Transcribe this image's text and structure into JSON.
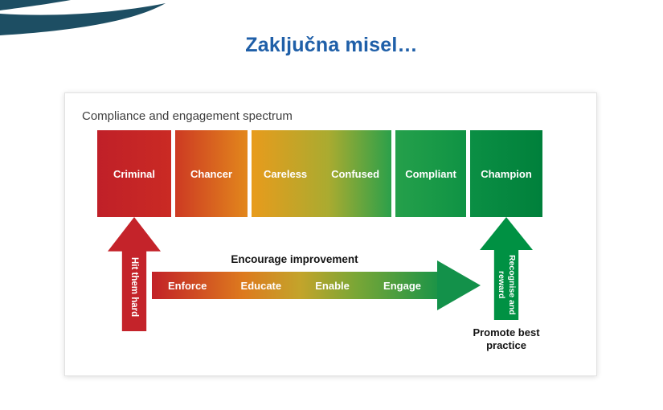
{
  "slide": {
    "title": "Zaključna misel…"
  },
  "diagram": {
    "heading": "Compliance and engagement spectrum",
    "block_labels": [
      "Criminal",
      "Chancer",
      "Careless",
      "Confused",
      "Compliant",
      "Champion"
    ],
    "left_arrow_label": "Hit them hard",
    "arrow_title": "Encourage improvement",
    "arrow_steps": [
      "Enforce",
      "Educate",
      "Enable",
      "Engage"
    ],
    "right_arrow_label": "Recognise and reward",
    "right_arrow_caption": "Promote best practice",
    "colors": {
      "spectrum_red": "#c4232a",
      "spectrum_orange": "#e2871c",
      "spectrum_green": "#0f9344",
      "spectrum_dark_green": "#00803b",
      "title_blue": "#1f5fa8",
      "swoosh_navy": "#1d4e63"
    }
  }
}
